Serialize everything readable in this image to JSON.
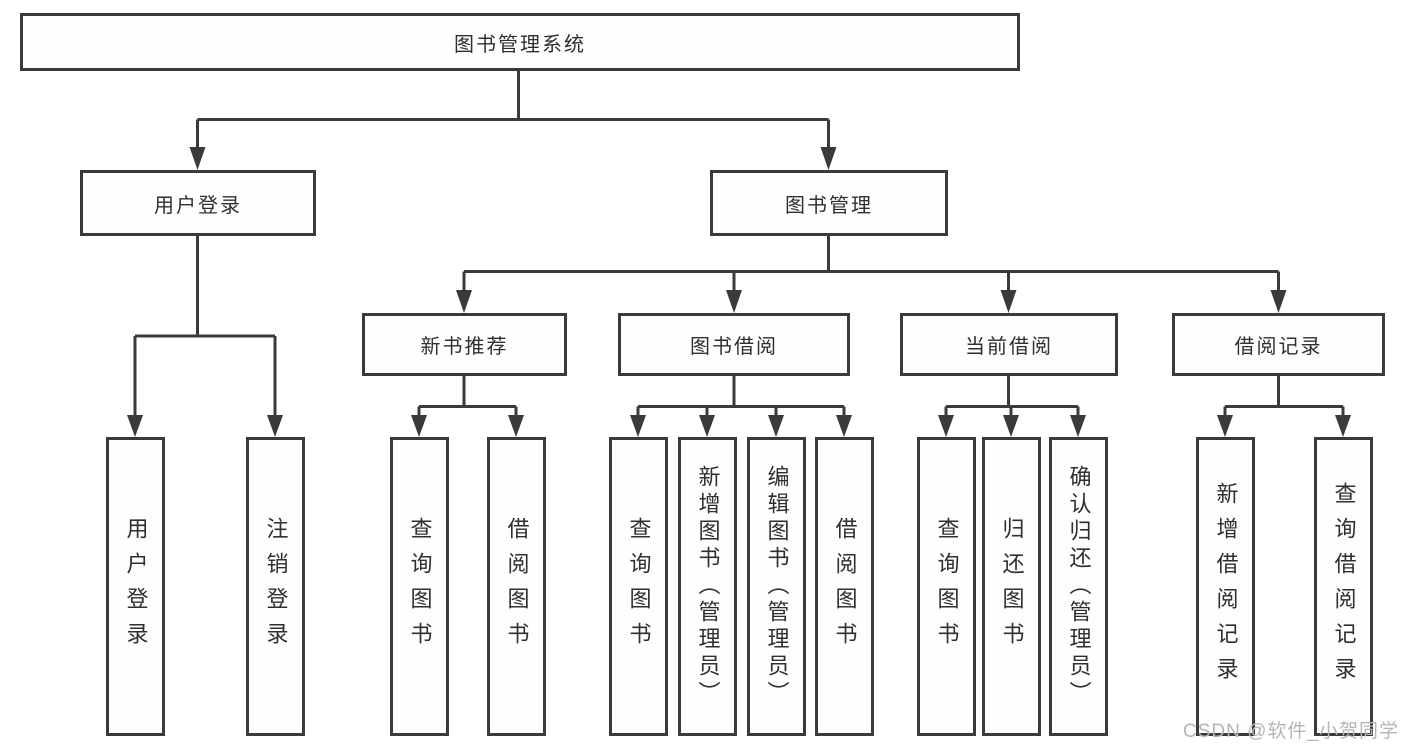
{
  "diagram": {
    "title": "图书管理系统",
    "root": {
      "label": "图书管理系统"
    },
    "level2": [
      {
        "id": "user-login",
        "label": "用户登录",
        "parent": "图书管理系统"
      },
      {
        "id": "book-management",
        "label": "图书管理",
        "parent": "图书管理系统"
      }
    ],
    "level3": [
      {
        "id": "new-book-recommend",
        "label": "新书推荐",
        "parent": "图书管理"
      },
      {
        "id": "book-borrowing",
        "label": "图书借阅",
        "parent": "图书管理"
      },
      {
        "id": "current-borrowing",
        "label": "当前借阅",
        "parent": "图书管理"
      },
      {
        "id": "borrowing-records",
        "label": "借阅记录",
        "parent": "图书管理"
      }
    ],
    "leaves": [
      {
        "label": "用户登录",
        "parent": "用户登录"
      },
      {
        "label": "注销登录",
        "parent": "用户登录"
      },
      {
        "label": "查询图书",
        "parent": "新书推荐"
      },
      {
        "label": "借阅图书",
        "parent": "新书推荐"
      },
      {
        "label": "查询图书",
        "parent": "图书借阅"
      },
      {
        "label": "新增图书（管理员）",
        "parent": "图书借阅"
      },
      {
        "label": "编辑图书（管理员）",
        "parent": "图书借阅"
      },
      {
        "label": "借阅图书",
        "parent": "图书借阅"
      },
      {
        "label": "查询图书",
        "parent": "当前借阅"
      },
      {
        "label": "归还图书",
        "parent": "当前借阅"
      },
      {
        "label": "确认归还（管理员）",
        "parent": "当前借阅"
      },
      {
        "label": "新增借阅记录",
        "parent": "借阅记录"
      },
      {
        "label": "查询借阅记录",
        "parent": "借阅记录"
      }
    ],
    "colors": {
      "line": "#3a3a3a",
      "box_border": "#3a3a3a",
      "box_fill": "#fefefe",
      "text": "#2f2f2f",
      "background": "#ffffff",
      "watermark": "#b5b5b5"
    }
  },
  "watermark": {
    "text": "CSDN @软件_小贺同学"
  }
}
